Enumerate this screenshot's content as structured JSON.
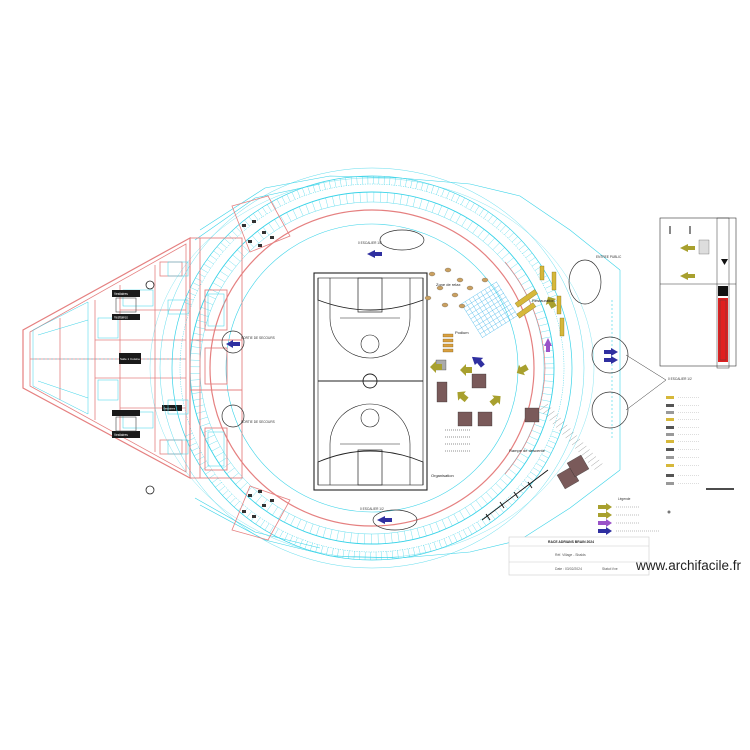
{
  "plan": {
    "zones": {
      "zone_relax": "Zone de relax",
      "podium": "Podium",
      "restauration": "Restauration",
      "organisation": "Organisation",
      "rampe": "Rampe de descente"
    },
    "rooms": {
      "vestiaire_1": "Vestiaires",
      "vestiaire_2": "Vestiaires",
      "salle_1": "Salle 1 Cuisine",
      "vestiaire_3": "Vestiaires",
      "vestiaire_4": "Vestiaires"
    },
    "access": {
      "top": "0 ESCALIER 1/2",
      "bottom": "0 ESCALIER 1/2",
      "left_top": "SORTIE DE SECOURS",
      "left_bottom": "SORTIE DE SECOURS",
      "right_top": "ENTREE PUBLIC",
      "right_mid": "0 ESCALIER 1/2"
    },
    "title_block": {
      "title": "RACE ADRIANS BRAIN 2024",
      "line1": "Réf. Village - Sbalds",
      "line2_label": "Date : 03/02/2024",
      "line2_right": "Statut:Vve"
    },
    "legend_title": "Légende"
  },
  "watermark": "www.archifacile.fr",
  "colors": {
    "wall": "#e58080",
    "grid": "#39d3e8",
    "arrow_blue": "#2f2fa0",
    "arrow_olive": "#a8a02e",
    "arrow_purple": "#9a52c8",
    "court": "#222222",
    "red_block": "#e02020"
  }
}
